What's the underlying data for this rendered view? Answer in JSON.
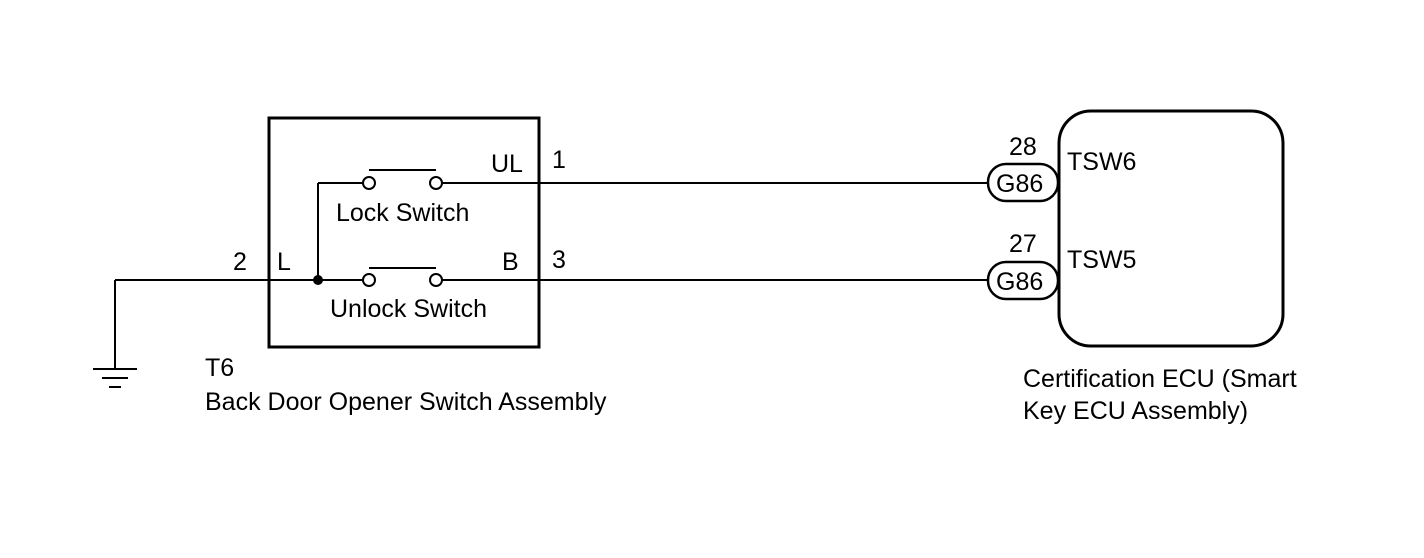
{
  "switch_assembly": {
    "code": "T6",
    "name": "Back Door Opener Switch Assembly",
    "lock_switch_label": "Lock Switch",
    "unlock_switch_label": "Unlock Switch",
    "terminal_ul": "UL",
    "terminal_l": "L",
    "terminal_b": "B",
    "pin_ul": "1",
    "pin_l": "2",
    "pin_b": "3"
  },
  "ecu": {
    "name_line1": "Certification ECU (Smart",
    "name_line2": "Key ECU Assembly)",
    "terminal_top": "TSW6",
    "terminal_bottom": "TSW5",
    "connector_top": "G86",
    "connector_bottom": "G86",
    "pin_top": "28",
    "pin_bottom": "27"
  }
}
